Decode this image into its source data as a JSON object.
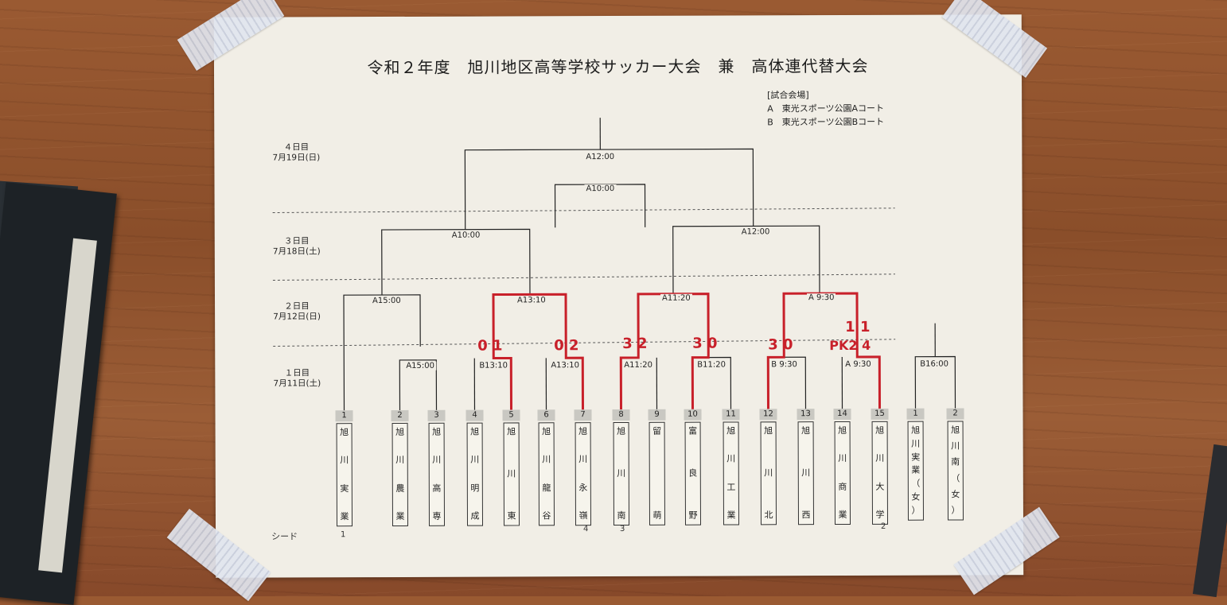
{
  "title": "令和２年度　旭川地区高等学校サッカー大会　兼　高体連代替大会",
  "venue": {
    "heading": "[試合会場]",
    "a": "A　東光スポーツ公園Aコート",
    "b": "B　東光スポーツ公園Bコート"
  },
  "days": [
    {
      "label": "４日目",
      "date": "7月19日(日)"
    },
    {
      "label": "３日目",
      "date": "7月18日(土)"
    },
    {
      "label": "２日目",
      "date": "7月12日(日)"
    },
    {
      "label": "１日目",
      "date": "7月11日(土)"
    }
  ],
  "seed_label": "シード",
  "seed_marks": [
    "1",
    "4",
    "3",
    "2"
  ],
  "teams": [
    {
      "num": "1",
      "chars": [
        "旭",
        "川",
        "実",
        "業"
      ]
    },
    {
      "num": "2",
      "chars": [
        "旭",
        "川",
        "農",
        "業"
      ]
    },
    {
      "num": "3",
      "chars": [
        "旭",
        "川",
        "高",
        "専"
      ]
    },
    {
      "num": "4",
      "chars": [
        "旭",
        "川",
        "明",
        "成"
      ]
    },
    {
      "num": "5",
      "chars": [
        "旭",
        "川",
        "東"
      ]
    },
    {
      "num": "6",
      "chars": [
        "旭",
        "川",
        "龍",
        "谷"
      ]
    },
    {
      "num": "7",
      "chars": [
        "旭",
        "川",
        "永",
        "嶺"
      ]
    },
    {
      "num": "8",
      "chars": [
        "旭",
        "川",
        "南"
      ]
    },
    {
      "num": "9",
      "chars": [
        "留",
        "萌"
      ]
    },
    {
      "num": "10",
      "chars": [
        "富",
        "良",
        "野"
      ]
    },
    {
      "num": "11",
      "chars": [
        "旭",
        "川",
        "工",
        "業"
      ]
    },
    {
      "num": "12",
      "chars": [
        "旭",
        "川",
        "北"
      ]
    },
    {
      "num": "13",
      "chars": [
        "旭",
        "川",
        "西"
      ]
    },
    {
      "num": "14",
      "chars": [
        "旭",
        "川",
        "商",
        "業"
      ]
    },
    {
      "num": "15",
      "chars": [
        "旭",
        "川",
        "大",
        "学"
      ]
    },
    {
      "num": "1",
      "chars": [
        "旭",
        "川",
        "実",
        "業",
        "（",
        "女",
        "）"
      ]
    },
    {
      "num": "2",
      "chars": [
        "旭",
        "川",
        "南",
        "（",
        "女",
        "）"
      ]
    }
  ],
  "slots": {
    "r1_a": "A15:00",
    "r1_b": "B13:10",
    "r1_c": "A13:10",
    "r1_d": "A11:20",
    "r1_e": "B11:20",
    "r1_f": "B 9:30",
    "r1_g": "A 9:30",
    "r1_h": "B16:00",
    "r2_a": "A15:00",
    "r2_b": "A13:10",
    "r2_c": "A11:20",
    "r2_d": "A 9:30",
    "r3_a": "A10:00",
    "r3_b": "A12:00",
    "final": "A12:00",
    "third": "A10:00"
  },
  "scores": {
    "s1": "0 1",
    "s2": "0 2",
    "s3": "3 2",
    "s4": "3 0",
    "s5": "3 0",
    "s6_top": "1 1",
    "s6": "PK2 4"
  },
  "colors": {
    "paper": "#f1eee6",
    "ink": "#222222",
    "red": "#c8202a",
    "wood": "#9a5a32"
  }
}
